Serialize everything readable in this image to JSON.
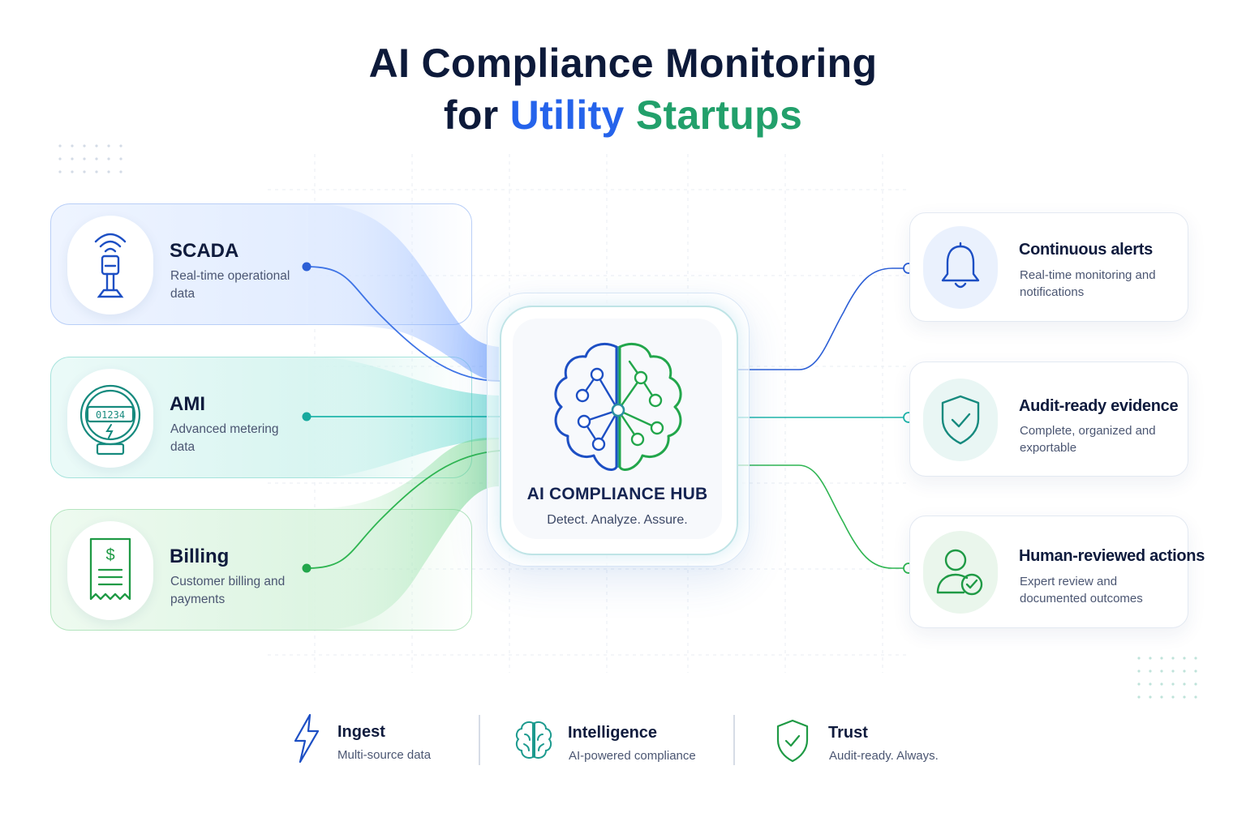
{
  "title": {
    "line1": "AI Compliance Monitoring",
    "line2_prefix": "for",
    "line2_blue": "Utility",
    "line2_green": "Startups"
  },
  "colors": {
    "navy": "#0d1a3a",
    "blue": "#2563eb",
    "teal": "#19b3a8",
    "green": "#22a64b"
  },
  "sources": [
    {
      "title": "SCADA",
      "desc": "Real-time operational data",
      "icon": "radio-tower-icon"
    },
    {
      "title": "AMI",
      "desc": "Advanced metering data",
      "icon": "smart-meter-icon",
      "meter_reading": "01234"
    },
    {
      "title": "Billing",
      "desc": "Customer billing and payments",
      "icon": "receipt-icon",
      "symbol": "$"
    }
  ],
  "hub": {
    "title": "AI COMPLIANCE HUB",
    "subtitle": "Detect. Analyze. Assure.",
    "icon": "brain-network-icon"
  },
  "outputs": [
    {
      "title": "Continuous alerts",
      "desc": "Real-time monitoring and notifications",
      "icon": "bell-icon"
    },
    {
      "title": "Audit-ready evidence",
      "desc": "Complete, organized and exportable",
      "icon": "shield-check-icon"
    },
    {
      "title": "Human-reviewed actions",
      "desc": "Expert review and documented outcomes",
      "icon": "user-check-icon"
    }
  ],
  "footer": [
    {
      "title": "Ingest",
      "desc": "Multi-source data",
      "icon": "lightning-icon"
    },
    {
      "title": "Intelligence",
      "desc": "AI-powered compliance",
      "icon": "brain-icon"
    },
    {
      "title": "Trust",
      "desc": "Audit-ready. Always.",
      "icon": "shield-check-icon"
    }
  ]
}
